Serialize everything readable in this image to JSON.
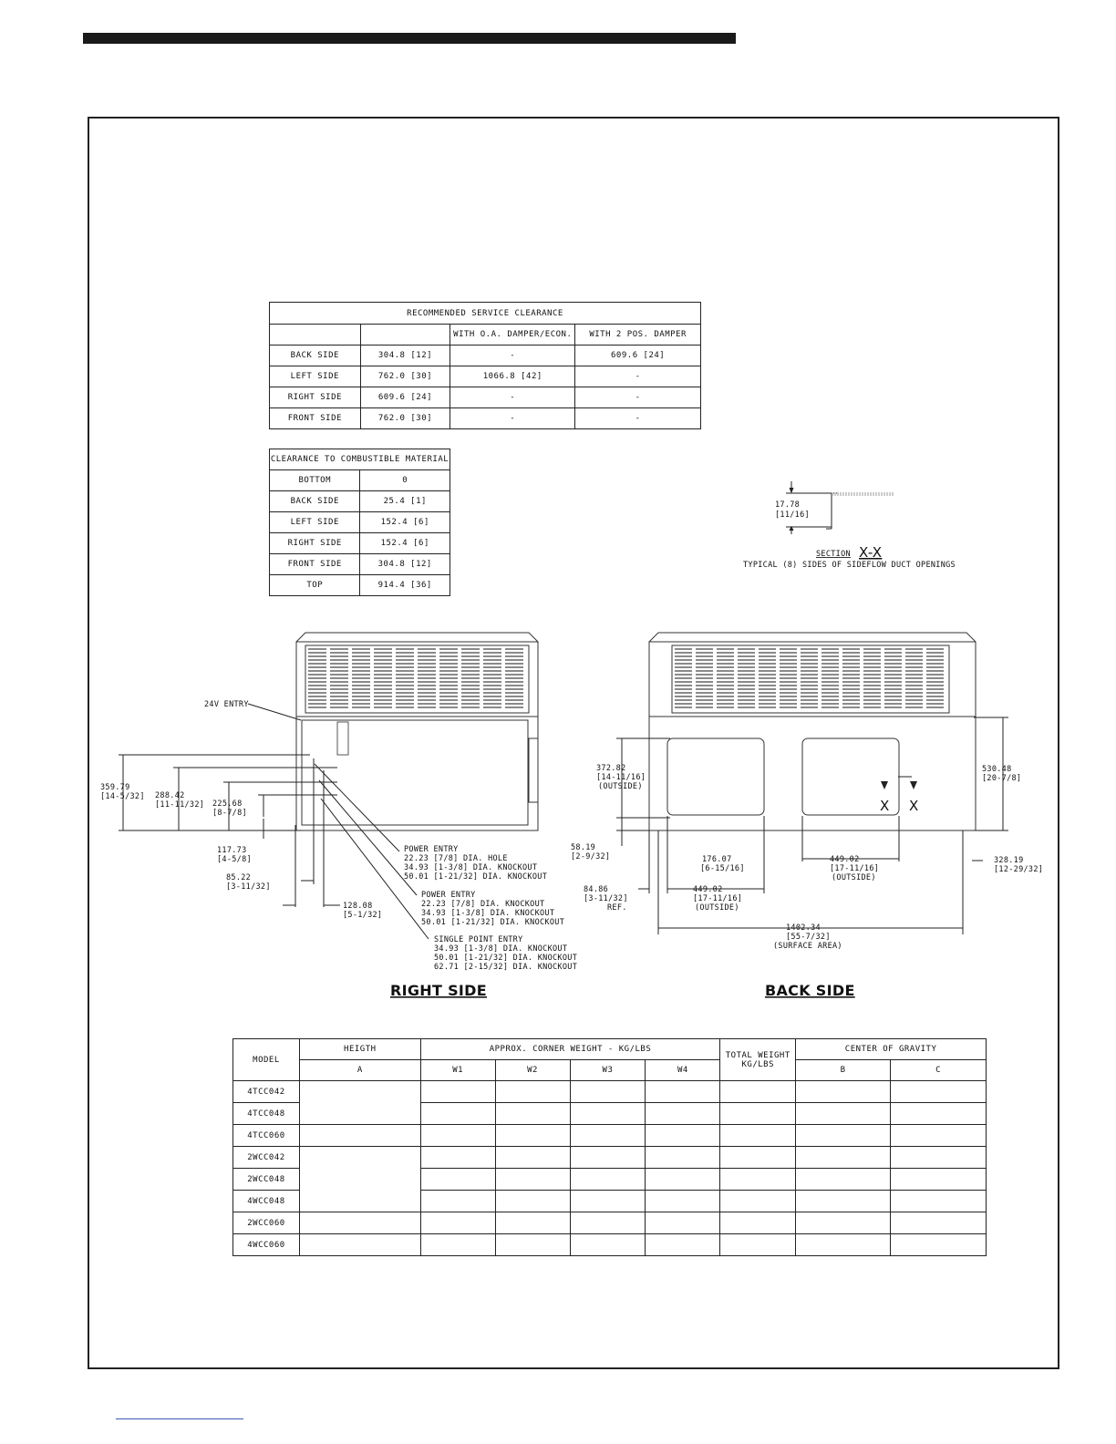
{
  "service_clearance": {
    "title": "RECOMMENDED SERVICE CLEARANCE",
    "headers": [
      "",
      "",
      "WITH O.A. DAMPER/ECON.",
      "WITH 2 POS. DAMPER"
    ],
    "rows": [
      [
        "BACK SIDE",
        "304.8 [12]",
        "-",
        "609.6 [24]"
      ],
      [
        "LEFT SIDE",
        "762.0 [30]",
        "1066.8 [42]",
        "-"
      ],
      [
        "RIGHT SIDE",
        "609.6 [24]",
        "-",
        "-"
      ],
      [
        "FRONT SIDE",
        "762.0 [30]",
        "-",
        "-"
      ]
    ]
  },
  "combustible_clearance": {
    "title": "CLEARANCE TO COMBUSTIBLE MATERIAL",
    "rows": [
      [
        "BOTTOM",
        "0"
      ],
      [
        "BACK SIDE",
        "25.4 [1]"
      ],
      [
        "LEFT SIDE",
        "152.4 [6]"
      ],
      [
        "RIGHT SIDE",
        "152.4 [6]"
      ],
      [
        "FRONT SIDE",
        "304.8 [12]"
      ],
      [
        "TOP",
        "914.4 [36]"
      ]
    ]
  },
  "section": {
    "dim": "17.78",
    "dim_in": "[11/16]",
    "label_prefix": "SECTION",
    "label_mark": "X-X",
    "caption": "TYPICAL (8) SIDES OF SIDEFLOW DUCT OPENINGS"
  },
  "right_side": {
    "title": "RIGHT SIDE",
    "entry_24v": "24V ENTRY",
    "d1": "359.79",
    "d1_in": "[14-5/32]",
    "d2": "288.42",
    "d2_in": "[11-11/32]",
    "d3": "225.68",
    "d3_in": "[8-7/8]",
    "d4": "117.73",
    "d4_in": "[4-5/8]",
    "d5": "85.22",
    "d5_in": "[3-11/32]",
    "d6": "128.08",
    "d6_in": "[5-1/32]",
    "power1": [
      "POWER ENTRY",
      "22.23 [7/8] DIA. HOLE",
      "34.93 [1-3/8] DIA. KNOCKOUT",
      "50.01 [1-21/32] DIA. KNOCKOUT"
    ],
    "power2": [
      "POWER ENTRY",
      "22.23 [7/8] DIA. KNOCKOUT",
      "34.93 [1-3/8] DIA. KNOCKOUT",
      "50.01 [1-21/32] DIA. KNOCKOUT"
    ],
    "single": [
      "SINGLE POINT ENTRY",
      "34.93 [1-3/8] DIA. KNOCKOUT",
      "50.01 [1-21/32] DIA. KNOCKOUT",
      "62.71 [2-15/32] DIA. KNOCKOUT"
    ]
  },
  "back_side": {
    "title": "BACK SIDE",
    "d_372": [
      "372.82",
      "[14-11/16]",
      "(OUTSIDE)"
    ],
    "d_58": [
      "58.19",
      "[2-9/32]"
    ],
    "d_84": [
      "84.86",
      "[3-11/32]",
      "REF."
    ],
    "d_176": [
      "176.07",
      "[6-15/16]"
    ],
    "d_449a": [
      "449.02",
      "[17-11/16]",
      "(OUTSIDE)"
    ],
    "d_449b": [
      "449.02",
      "[17-11/16]",
      "(OUTSIDE)"
    ],
    "d_1402": [
      "1402.34",
      "[55-7/32]",
      "(SURFACE AREA)"
    ],
    "d_530": [
      "530.48",
      "[20-7/8]"
    ],
    "d_328": [
      "328.19",
      "[12-29/32]"
    ],
    "x_mark": "X"
  },
  "weights": {
    "h_model": "MODEL",
    "h_height": "HEIGTH",
    "h_a": "A",
    "h_corner": "APPROX. CORNER WEIGHT - KG/LBS",
    "h_w": [
      "W1",
      "W2",
      "W3",
      "W4"
    ],
    "h_total": "TOTAL WEIGHT KG/LBS",
    "h_cog": "CENTER OF GRAVITY",
    "h_b": "B",
    "h_c": "C",
    "models": [
      "4TCC042",
      "4TCC048",
      "4TCC060",
      "2WCC042",
      "2WCC048",
      "4WCC048",
      "2WCC060",
      "4WCC060"
    ]
  }
}
